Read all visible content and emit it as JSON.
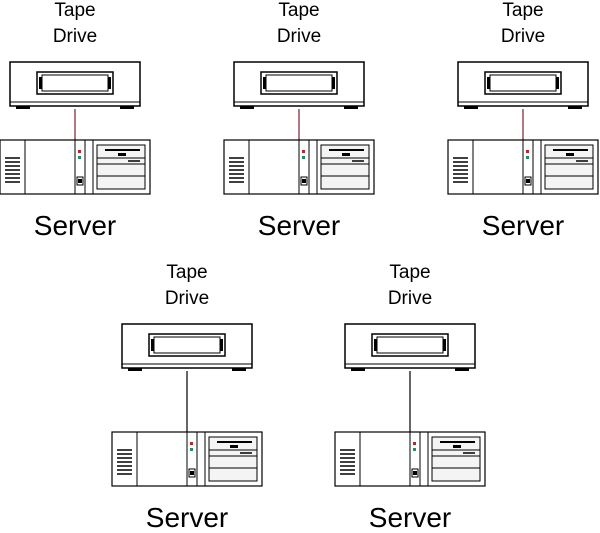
{
  "diagram": {
    "units": [
      {
        "drive_line1": "Tape",
        "drive_line2": "Drive",
        "server_label": "Server"
      },
      {
        "drive_line1": "Tape",
        "drive_line2": "Drive",
        "server_label": "Server"
      },
      {
        "drive_line1": "Tape",
        "drive_line2": "Drive",
        "server_label": "Server"
      },
      {
        "drive_line1": "Tape",
        "drive_line2": "Drive",
        "server_label": "Server"
      },
      {
        "drive_line1": "Tape",
        "drive_line2": "Drive",
        "server_label": "Server"
      }
    ],
    "colors": {
      "cable_top_row": "#7a1f2e",
      "cable_bottom_row": "#000000",
      "stroke": "#000000"
    }
  }
}
